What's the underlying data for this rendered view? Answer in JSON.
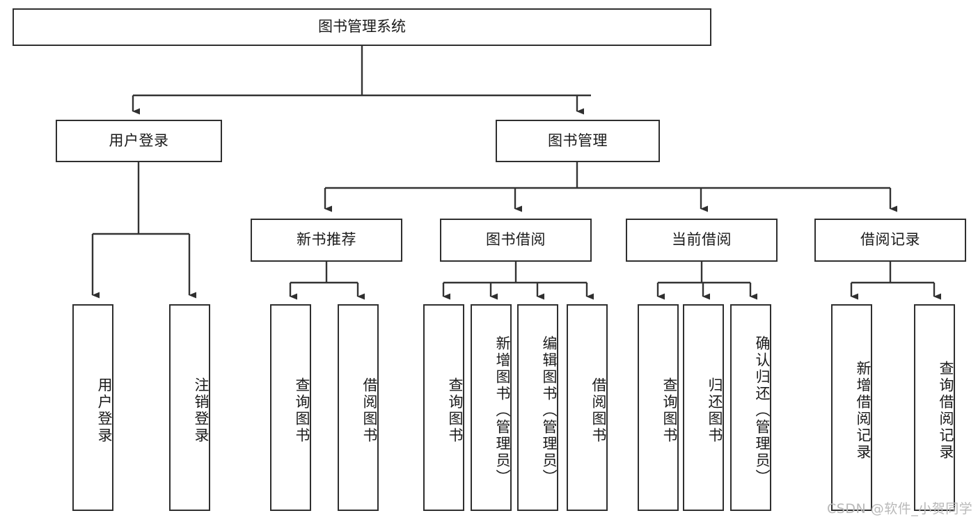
{
  "diagram": {
    "type": "tree",
    "title": "图书管理系统",
    "orientation": "top-down",
    "colors": {
      "node_border": "#2f2f2f",
      "node_fill": "#ffffff",
      "edge": "#333333",
      "text": "#1a1a1a",
      "watermark": "#b9b9b9",
      "background": "#ffffff"
    },
    "nodes": {
      "root": {
        "label": "图书管理系统"
      },
      "level2": [
        {
          "id": "user-login",
          "label": "用户登录"
        },
        {
          "id": "book-management",
          "label": "图书管理"
        }
      ],
      "level3": [
        {
          "id": "new-book-recommend",
          "label": "新书推荐"
        },
        {
          "id": "book-borrow",
          "label": "图书借阅"
        },
        {
          "id": "current-borrow",
          "label": "当前借阅"
        },
        {
          "id": "borrow-record",
          "label": "借阅记录"
        }
      ],
      "leaves": {
        "user-login": [
          {
            "id": "leaf-user-login",
            "label": "用户登录"
          },
          {
            "id": "leaf-user-logout",
            "label": "注销登录"
          }
        ],
        "new-book-recommend": [
          {
            "id": "leaf-query-book-1",
            "label": "查询图书"
          },
          {
            "id": "leaf-borrow-book-1",
            "label": "借阅图书"
          }
        ],
        "book-borrow": [
          {
            "id": "leaf-query-book-2",
            "label": "查询图书"
          },
          {
            "id": "leaf-add-book",
            "label": "新增图书（管理员）"
          },
          {
            "id": "leaf-edit-book",
            "label": "编辑图书（管理员）"
          },
          {
            "id": "leaf-borrow-book-2",
            "label": "借阅图书"
          }
        ],
        "current-borrow": [
          {
            "id": "leaf-query-book-3",
            "label": "查询图书"
          },
          {
            "id": "leaf-return-book",
            "label": "归还图书"
          },
          {
            "id": "leaf-confirm-return",
            "label": "确认归还（管理员）"
          }
        ],
        "borrow-record": [
          {
            "id": "leaf-add-record",
            "label": "新增借阅记录"
          },
          {
            "id": "leaf-query-record",
            "label": "查询借阅记录"
          }
        ]
      }
    },
    "watermark": "CSDN @软件_小贺同学"
  }
}
